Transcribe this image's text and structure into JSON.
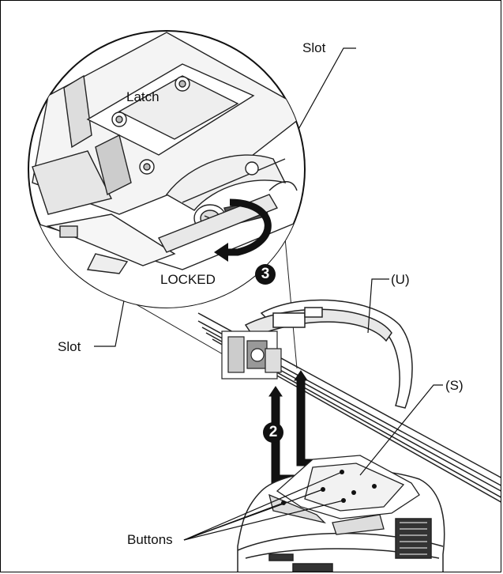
{
  "labels": {
    "slot_top": "Slot",
    "latch": "Latch",
    "locked": "LOCKED",
    "slot_left": "Slot",
    "u": "(U)",
    "s": "(S)",
    "buttons": "Buttons"
  },
  "steps": {
    "step2": "2",
    "step3": "3"
  }
}
